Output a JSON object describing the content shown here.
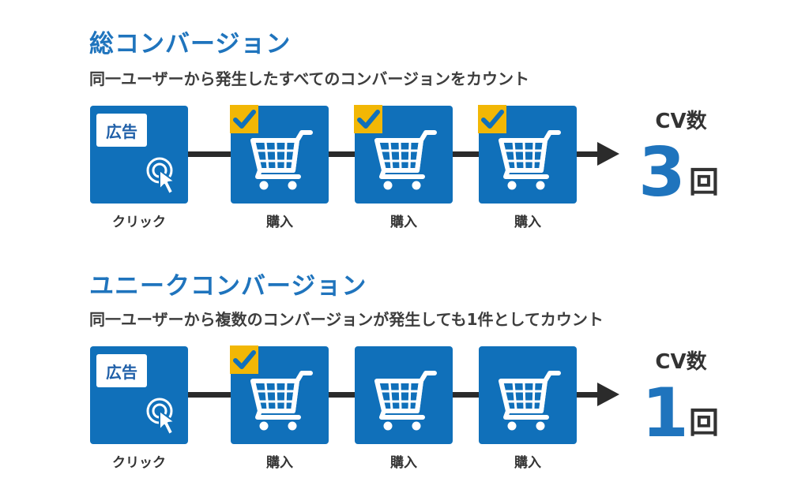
{
  "sections": [
    {
      "title": "総コンバージョン",
      "subtitle": "同一ユーザーから発生したすべてのコンバージョンをカウント",
      "ad_label": "広告",
      "click_label": "クリック",
      "purchases": [
        {
          "label": "購入",
          "checked": true
        },
        {
          "label": "購入",
          "checked": true
        },
        {
          "label": "購入",
          "checked": true
        }
      ],
      "cv_label": "CV数",
      "cv_count": "3",
      "cv_unit": "回"
    },
    {
      "title": "ユニークコンバージョン",
      "subtitle": "同一ユーザーから複数のコンバージョンが発生しても1件としてカウント",
      "ad_label": "広告",
      "click_label": "クリック",
      "purchases": [
        {
          "label": "購入",
          "checked": true
        },
        {
          "label": "購入",
          "checked": false
        },
        {
          "label": "購入",
          "checked": false
        }
      ],
      "cv_label": "CV数",
      "cv_count": "1",
      "cv_unit": "回"
    }
  ],
  "colors": {
    "brand_blue": "#1070ba",
    "title_blue": "#1f74bd",
    "check_badge": "#f2b705",
    "arrow": "#2b2b2b"
  },
  "icons": {
    "ad_tile": "cursor-click-icon",
    "purchase_tile": "shopping-cart-icon",
    "purchase_badge": "checkmark-icon",
    "flow_end": "arrow-right-icon"
  }
}
